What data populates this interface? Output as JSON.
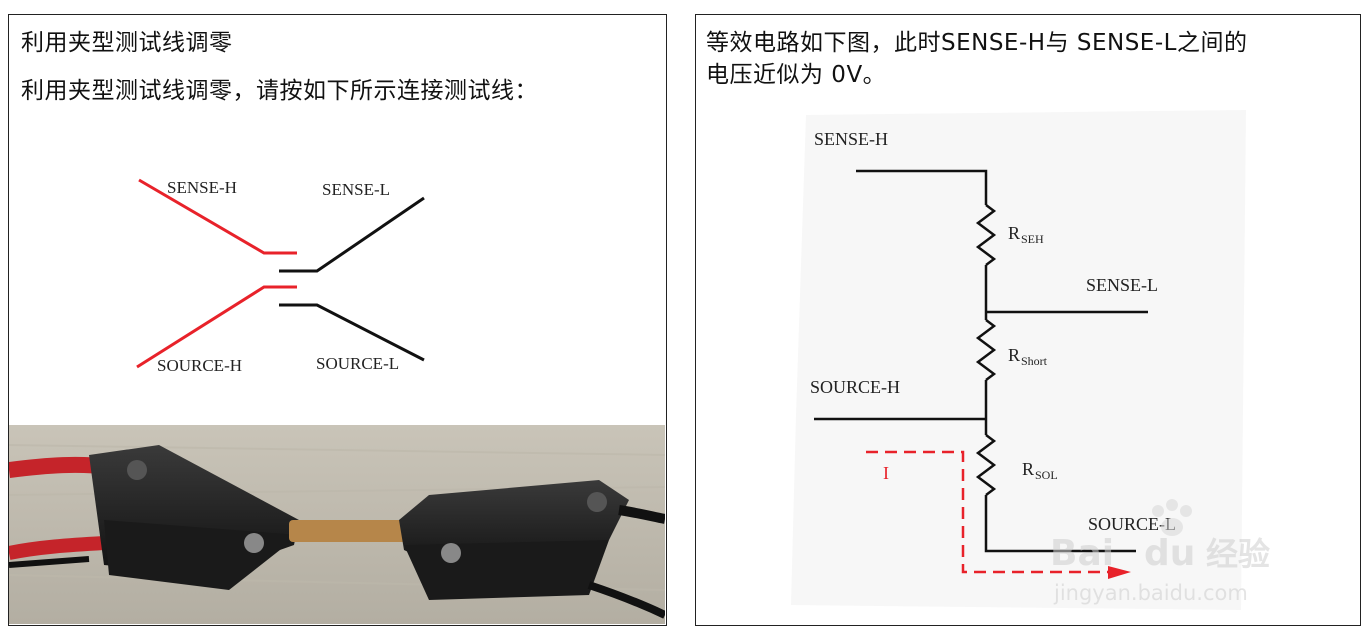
{
  "left": {
    "title": "利用夹型测试线调零",
    "subtitle": "利用夹型测试线调零，请按如下所示连接测试线：",
    "labels": {
      "sense_h": "SENSE-H",
      "sense_l": "SENSE-L",
      "source_h": "SOURCE-H",
      "source_l": "SOURCE-L"
    },
    "colors": {
      "red_wire": "#e8222a",
      "black_wire": "#111111"
    }
  },
  "right": {
    "text_line1": "等效电路如下图，此时SENSE-H与 SENSE-L之间的",
    "text_line2": "电压近似为 0V。",
    "labels": {
      "sense_h": "SENSE-H",
      "sense_l": "SENSE-L",
      "source_h": "SOURCE-H",
      "source_l": "SOURCE-L",
      "current": "I"
    },
    "resistors": [
      {
        "main": "R",
        "sub": "SEH"
      },
      {
        "main": "R",
        "sub": "Short"
      },
      {
        "main": "R",
        "sub": "SOL"
      }
    ],
    "colors": {
      "current_path": "#e8222a"
    }
  },
  "watermark": {
    "brand": "Bai",
    "brand_tail": "du",
    "cn": "经验",
    "url": "jingyan.baidu.com"
  }
}
